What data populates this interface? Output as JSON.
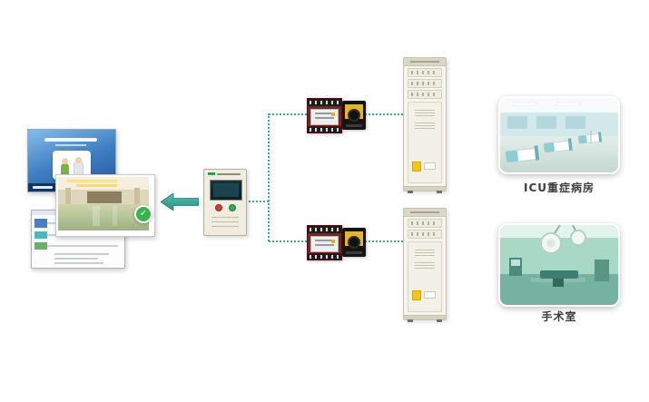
{
  "page": {
    "background": "#ffffff"
  },
  "icons": {
    "check": "✓"
  },
  "diagram": {
    "accent_color": "#3aa79b",
    "monitoring": {
      "screens": [
        {
          "name": "presentation-screen"
        },
        {
          "name": "hall-photo-screen"
        },
        {
          "name": "schematic-screen"
        }
      ],
      "panel": {
        "name": "wall-mounted-monitor-terminal"
      }
    },
    "branches": [
      {
        "room_label": "ICU重症病房",
        "equipment": [
          "ats-switch",
          "isolation-module",
          "power-cabinet"
        ]
      },
      {
        "room_label": "手术室",
        "equipment": [
          "ats-switch",
          "isolation-module",
          "power-cabinet"
        ]
      }
    ]
  }
}
